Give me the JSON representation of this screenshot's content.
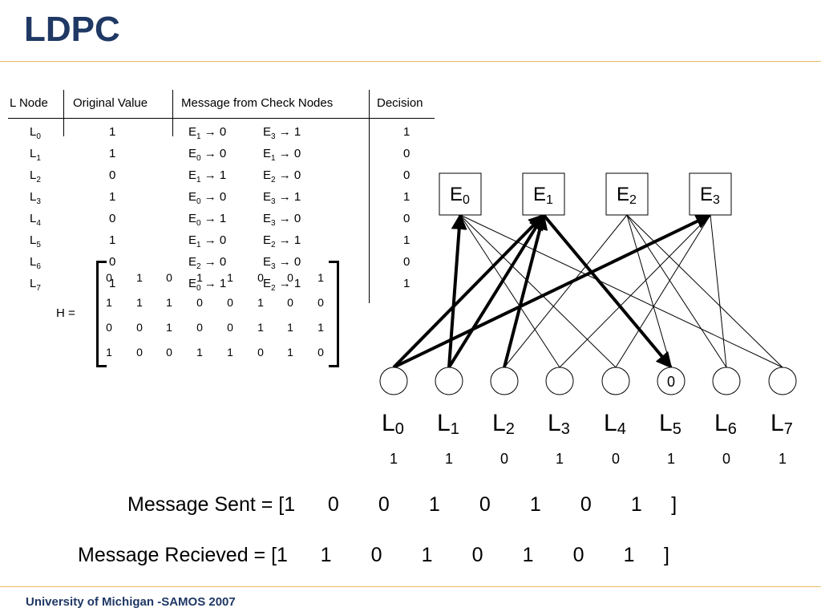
{
  "slide": {
    "title": "LDPC",
    "footer": "University of Michigan -SAMOS 2007"
  },
  "table": {
    "headers": [
      "L Node",
      "Original Value",
      "Message from Check Nodes",
      "Decision"
    ],
    "rows": [
      {
        "node": "L",
        "sub": "0",
        "orig": "1",
        "m1": "E",
        "m1s": "1",
        "m1v": " → 0",
        "m2": "E",
        "m2s": "3",
        "m2v": " → 1",
        "dec": "1"
      },
      {
        "node": "L",
        "sub": "1",
        "orig": "1",
        "m1": "E",
        "m1s": "0",
        "m1v": " → 0",
        "m2": "E",
        "m2s": "1",
        "m2v": " → 0",
        "dec": "0"
      },
      {
        "node": "L",
        "sub": "2",
        "orig": "0",
        "m1": "E",
        "m1s": "1",
        "m1v": " → 1",
        "m2": "E",
        "m2s": "2",
        "m2v": " → 0",
        "dec": "0"
      },
      {
        "node": "L",
        "sub": "3",
        "orig": "1",
        "m1": "E",
        "m1s": "0",
        "m1v": " → 0",
        "m2": "E",
        "m2s": "3",
        "m2v": " → 1",
        "dec": "1"
      },
      {
        "node": "L",
        "sub": "4",
        "orig": "0",
        "m1": "E",
        "m1s": "0",
        "m1v": " → 1",
        "m2": "E",
        "m2s": "3",
        "m2v": " → 0",
        "dec": "0"
      },
      {
        "node": "L",
        "sub": "5",
        "orig": "1",
        "m1": "E",
        "m1s": "1",
        "m1v": " → 0",
        "m2": "E",
        "m2s": "2",
        "m2v": " → 1",
        "dec": "1"
      },
      {
        "node": "L",
        "sub": "6",
        "orig": "0",
        "m1": "E",
        "m1s": "2",
        "m1v": " → 0",
        "m2": "E",
        "m2s": "3",
        "m2v": " → 0",
        "dec": "0"
      },
      {
        "node": "L",
        "sub": "7",
        "orig": "1",
        "m1": "E",
        "m1s": "0",
        "m1v": " → 1",
        "m2": "E",
        "m2s": "2",
        "m2v": " → 1",
        "dec": "1"
      }
    ]
  },
  "matrix": {
    "label": "H =",
    "rows": [
      [
        "0",
        "1",
        "0",
        "1",
        "1",
        "0",
        "0",
        "1"
      ],
      [
        "1",
        "1",
        "1",
        "0",
        "0",
        "1",
        "0",
        "0"
      ],
      [
        "0",
        "0",
        "1",
        "0",
        "0",
        "1",
        "1",
        "1"
      ],
      [
        "1",
        "0",
        "0",
        "1",
        "1",
        "0",
        "1",
        "0"
      ]
    ]
  },
  "graph": {
    "check_nodes": [
      {
        "label": "E",
        "sub": "0"
      },
      {
        "label": "E",
        "sub": "1"
      },
      {
        "label": "E",
        "sub": "2"
      },
      {
        "label": "E",
        "sub": "3"
      }
    ],
    "var_nodes": [
      {
        "label": "L",
        "sub": "0",
        "inner": "",
        "value": "1"
      },
      {
        "label": "L",
        "sub": "1",
        "inner": "",
        "value": "1"
      },
      {
        "label": "L",
        "sub": "2",
        "inner": "",
        "value": "0"
      },
      {
        "label": "L",
        "sub": "3",
        "inner": "",
        "value": "1"
      },
      {
        "label": "L",
        "sub": "4",
        "inner": "",
        "value": "0"
      },
      {
        "label": "L",
        "sub": "5",
        "inner": "0",
        "value": "1"
      },
      {
        "label": "L",
        "sub": "6",
        "inner": "",
        "value": "0"
      },
      {
        "label": "L",
        "sub": "7",
        "inner": "",
        "value": "1"
      }
    ],
    "edges": [
      {
        "e": 0,
        "l": 1,
        "bold": true,
        "arrow": "E"
      },
      {
        "e": 0,
        "l": 3,
        "bold": false
      },
      {
        "e": 0,
        "l": 4,
        "bold": false
      },
      {
        "e": 0,
        "l": 7,
        "bold": false
      },
      {
        "e": 1,
        "l": 0,
        "bold": true,
        "arrow": "E"
      },
      {
        "e": 1,
        "l": 1,
        "bold": true,
        "arrow": "E"
      },
      {
        "e": 1,
        "l": 2,
        "bold": true,
        "arrow": "E"
      },
      {
        "e": 1,
        "l": 5,
        "bold": true,
        "arrow": "L"
      },
      {
        "e": 2,
        "l": 2,
        "bold": false
      },
      {
        "e": 2,
        "l": 5,
        "bold": false
      },
      {
        "e": 2,
        "l": 6,
        "bold": false
      },
      {
        "e": 2,
        "l": 7,
        "bold": false
      },
      {
        "e": 3,
        "l": 0,
        "bold": true,
        "arrow": "E"
      },
      {
        "e": 3,
        "l": 3,
        "bold": false
      },
      {
        "e": 3,
        "l": 4,
        "bold": false
      },
      {
        "e": 3,
        "l": 6,
        "bold": false
      }
    ]
  },
  "messages": {
    "sent_label": "Message Sent = [",
    "sent_values": [
      "1",
      "0",
      "0",
      "1",
      "0",
      "1",
      "0",
      "1"
    ],
    "received_label": "Message Recieved = [",
    "received_values": [
      "1",
      "1",
      "0",
      "1",
      "0",
      "1",
      "0",
      "1"
    ],
    "close": "]"
  }
}
